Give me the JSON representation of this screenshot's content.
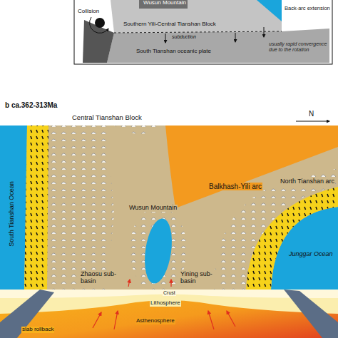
{
  "diagram": {
    "labels": [
      "Wusun Mountain",
      "Back-arc extension",
      "Collision",
      "Southern Yili-Central Tianshan Block",
      "subduction",
      "South Tianshan oceanic plate",
      "usually rapid convergence due to the rotation",
      "b ca.362-313Ma",
      "Central Tianshan Block",
      "N",
      "Balkhash-Yili arc",
      "South Tianshan Ocean",
      "Wusun Mountain",
      "North Tianshan arc",
      "Zhaosu sub-basin",
      "Yining sub-basin",
      "Junggar Ocean",
      "Crust",
      "Lithosphere",
      "Asthenosphere",
      "slab rollback"
    ]
  }
}
